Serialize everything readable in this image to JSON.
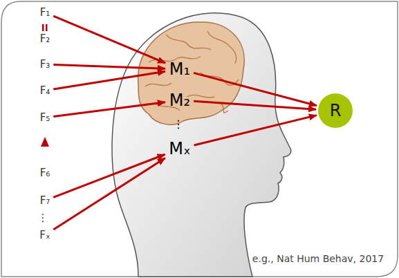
{
  "diagram": {
    "nodes": [
      {
        "text": [
          "F₁"
        ]
      },
      {
        "text": [
          "F₂"
        ]
      },
      {
        "text": [
          "F₃"
        ]
      },
      {
        "text": [
          "F₄"
        ]
      },
      {
        "text": [
          "F₅"
        ]
      },
      {
        "text": [
          "F₆"
        ]
      },
      {
        "text": [
          "F₇"
        ]
      },
      {
        "text": [
          "Fₓ"
        ]
      },
      {
        "text": [
          "M₁"
        ]
      },
      {
        "text": [
          "M₂"
        ]
      },
      {
        "text": [
          "Mₓ"
        ]
      },
      {
        "text": [
          "R"
        ]
      }
    ],
    "edges": [
      {
        "from": 0,
        "to": 8,
        "arrow": "to"
      },
      {
        "from": 2,
        "to": 8,
        "arrow": "to"
      },
      {
        "from": 3,
        "to": 8,
        "arrow": "to"
      },
      {
        "from": 4,
        "to": 9,
        "arrow": "to"
      },
      {
        "from": 6,
        "to": 10,
        "arrow": "to"
      },
      {
        "from": 7,
        "to": 10,
        "arrow": "to"
      },
      {
        "from": 8,
        "to": 11,
        "arrow": "to"
      },
      {
        "from": 9,
        "to": 11,
        "arrow": "to"
      },
      {
        "from": 10,
        "to": 11,
        "arrow": "to"
      }
    ],
    "labels": [
      "⋮",
      "⋮",
      "e.g., Nat Hum Behav, 2017"
    ]
  }
}
